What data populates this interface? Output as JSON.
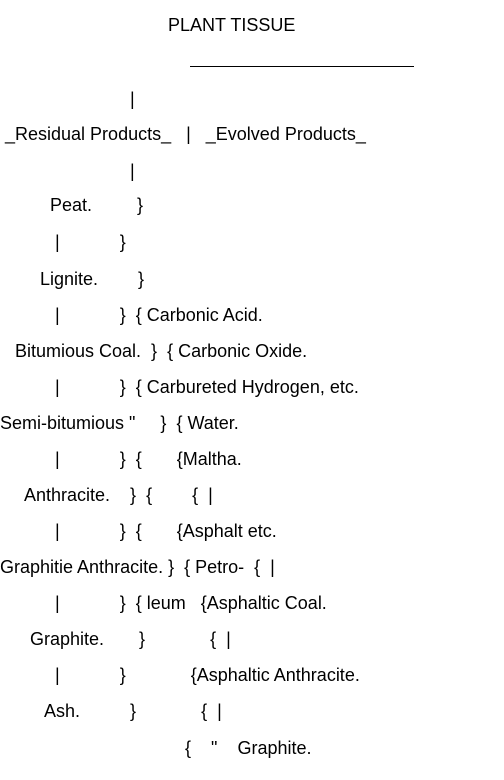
{
  "title": "PLANT TISSUE",
  "lines": [
    "                          |",
    " _Residual Products_   |   _Evolved Products_",
    "                          |",
    "          Peat.         }",
    "           |            }",
    "        Lignite.        }",
    "           |            }  { Carbonic Acid.",
    "   Bitumious Coal.  }  { Carbonic Oxide.",
    "           |            }  { Carbureted Hydrogen, etc.",
    "Semi-bitumious \"     }  { Water.",
    "           |            }  {       {Maltha.",
    "     Anthracite.    }  {        {  |",
    "           |            }  {       {Asphalt etc.",
    "Graphitie Anthracite. }  { Petro-  {  |",
    "           |            }  { leum   {Asphaltic Coal.",
    "      Graphite.       }             {  |",
    "           |            }             {Asphaltic Anthracite.",
    "         Ash.          }             {  |",
    "                                     {    \"    Graphite."
  ]
}
